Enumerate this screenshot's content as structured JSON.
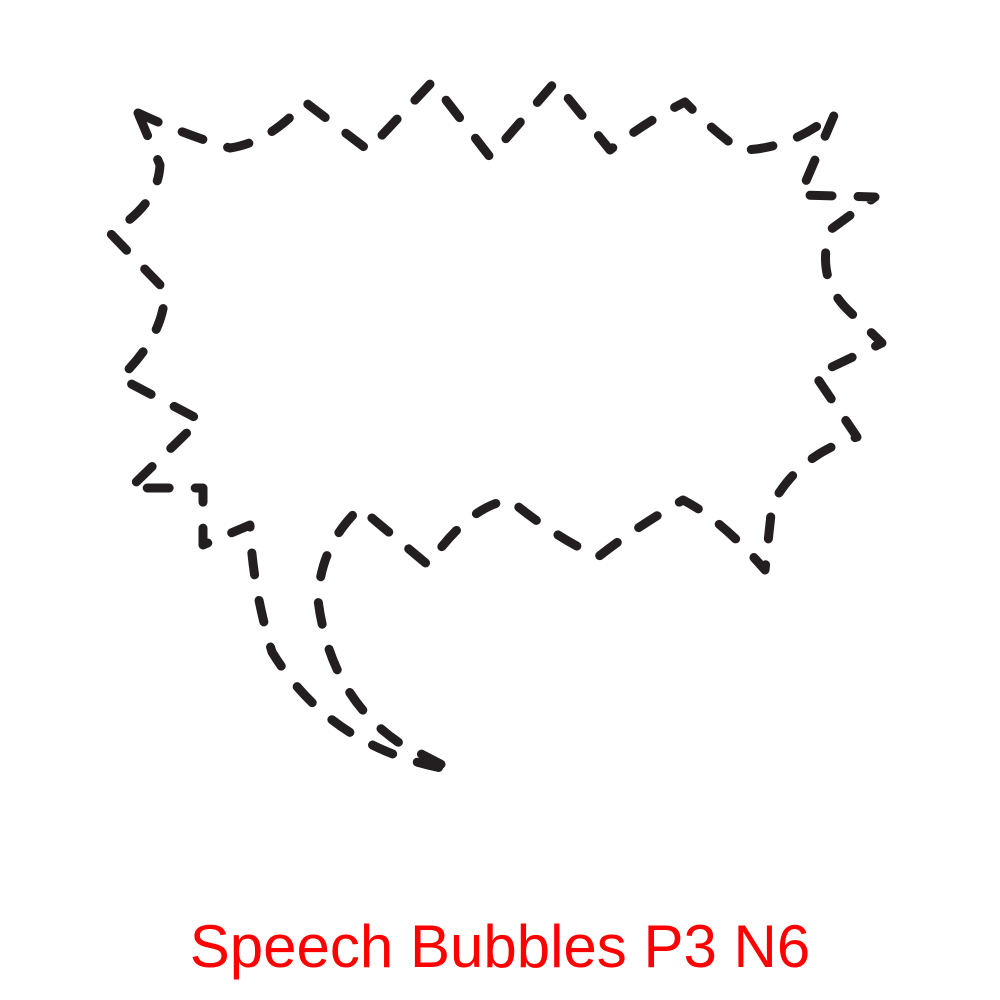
{
  "caption": "Speech Bubbles P3 N6",
  "colors": {
    "caption": "#ff0000",
    "outline": "#231f20",
    "background": "#ffffff"
  },
  "shape": {
    "kind": "explosion speech bubble with curved tail",
    "outline_style": "dashed"
  }
}
